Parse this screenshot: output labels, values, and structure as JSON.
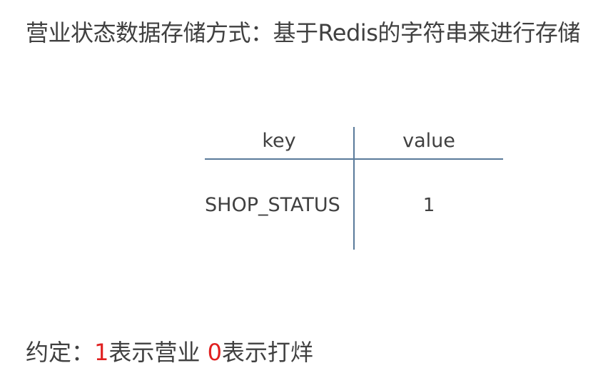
{
  "heading": "营业状态数据存储方式：基于Redis的字符串来进行存储",
  "table": {
    "headers": [
      "key",
      "value"
    ],
    "rows": [
      [
        "SHOP_STATUS",
        "1"
      ]
    ]
  },
  "note": {
    "prefix": "约定：",
    "open_value": "1",
    "open_text": "表示营业 ",
    "closed_value": "0",
    "closed_text": "表示打烊"
  },
  "colors": {
    "text": "#404040",
    "accent": "#e02020",
    "rule": "#5a7a9a"
  }
}
